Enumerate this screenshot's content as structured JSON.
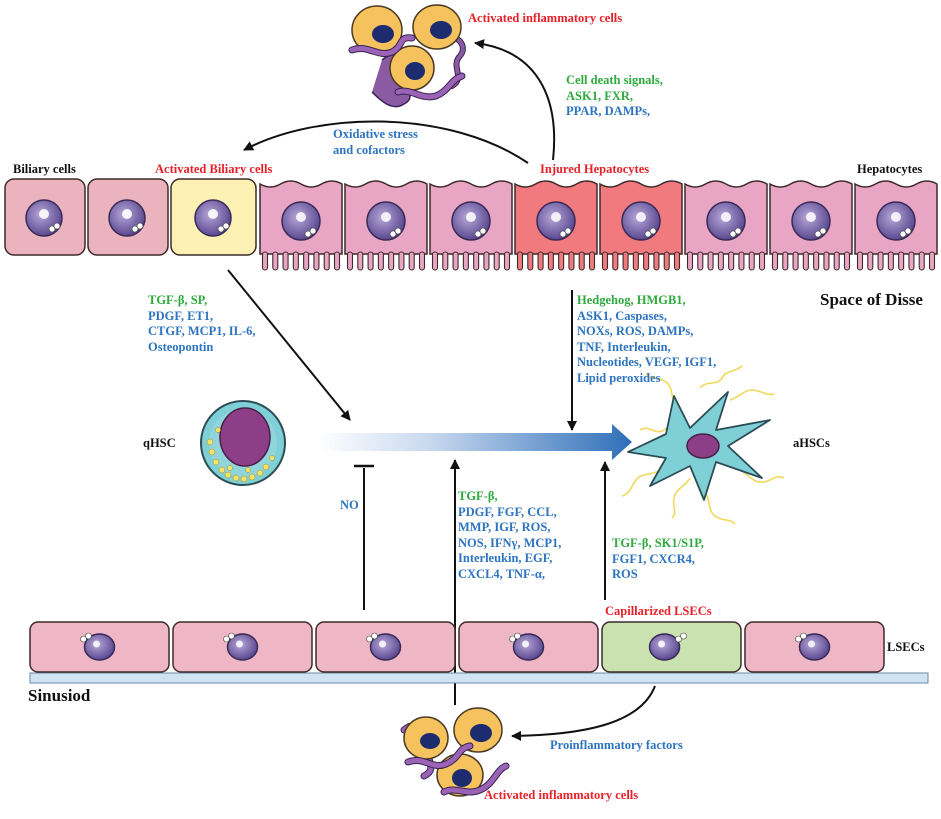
{
  "colors": {
    "red_label": "#e8202a",
    "green_label": "#2eaa3e",
    "blue_label": "#2d74c0",
    "hepatocyte": "#e9a6c4",
    "injured_hepatocyte": "#f07a7d",
    "biliary": "#eab3bd",
    "activated_biliary": "#fdf0b3",
    "lsec": "#efb7c6",
    "capillarized_lsec": "#c9e2b0",
    "hsc_gradient_end": "#2e6fb8"
  },
  "labels": {
    "activated_inflammatory_top": "Activated inflammatory cells",
    "biliary_cells": "Biliary cells",
    "activated_biliary_cells": "Activated Biliary cells",
    "injured_hepatocytes": "Injured Hepatocytes",
    "hepatocytes": "Hepatocytes",
    "space_of_disse": "Space of Disse",
    "qhsc": "qHSC",
    "ahscs": "aHSCs",
    "no": "NO",
    "capillarized_lsecs": "Capillarized LSECs",
    "lsecs": "LSECs",
    "sinusoid": "Sinusiod",
    "proinflammatory_factors": "Proinflammatory factors",
    "activated_inflammatory_bottom": "Activated inflammatory cells"
  },
  "factor_blocks": {
    "cell_death": {
      "green_lines": [
        "Cell death signals,",
        "ASK1, FXR,"
      ],
      "blue_lines": [
        "PPAR, DAMPs,"
      ]
    },
    "oxidative": {
      "blue_lines": [
        "Oxidative stress",
        "and cofactors"
      ]
    },
    "biliary_factors": {
      "green_lines": [
        "TGF-β, SP,"
      ],
      "blue_lines": [
        "PDGF, ET1,",
        "CTGF, MCP1, IL-6,",
        "Osteopontin"
      ]
    },
    "hepatocyte_factors": {
      "green_lines": [
        "Hedgehog, HMGB1,"
      ],
      "blue_lines": [
        "ASK1, Caspases,",
        "NOXs, ROS, DAMPs,",
        "TNF, Interleukin,",
        "Nucleotides, VEGF, IGF1,",
        "Lipid peroxides"
      ]
    },
    "inflammatory_factors": {
      "green_lines": [
        "TGF-β,"
      ],
      "blue_lines": [
        "PDGF, FGF, CCL,",
        "MMP, IGF, ROS,",
        "NOS, IFNγ, MCP1,",
        "Interleukin, EGF,",
        "CXCL4, TNF-α,"
      ]
    },
    "lsec_factors": {
      "green_lines": [
        "TGF-β, SK1/S1P,"
      ],
      "blue_lines": [
        "FGF1, CXCR4,",
        "ROS"
      ]
    }
  }
}
